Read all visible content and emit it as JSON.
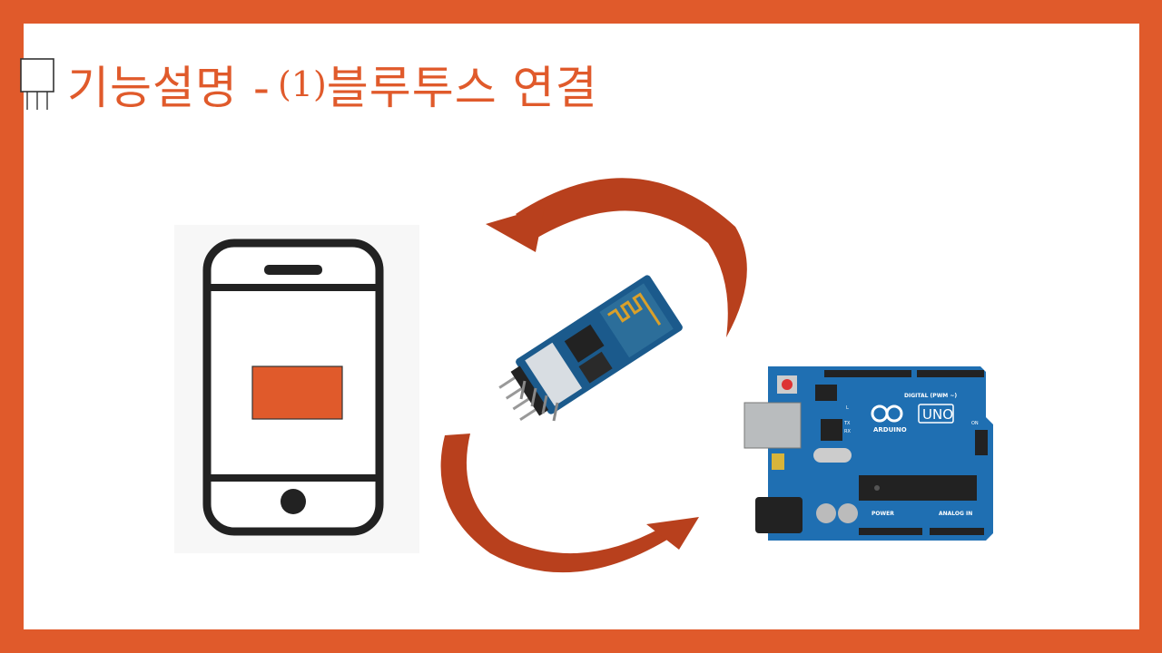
{
  "slide": {
    "title_prefix": "기능설명 - ",
    "title_number": "(1)",
    "title_suffix": "블루투스 연결"
  },
  "colors": {
    "frame": "#e05a2b",
    "arrow": "#b8401d",
    "board": "#1f6fb2",
    "module": "#1b5a8c"
  },
  "arduino": {
    "brand": "ARDUINO",
    "model": "UNO",
    "digital_label": "DIGITAL (PWM ~)",
    "power_label": "POWER",
    "analog_label": "ANALOG IN",
    "on_label": "ON",
    "tx_label": "TX",
    "rx_label": "RX",
    "l_label": "L"
  },
  "icons": [
    "smartphone-icon",
    "bluetooth-module-image",
    "arduino-uno-image",
    "cycle-arrow-icon"
  ]
}
